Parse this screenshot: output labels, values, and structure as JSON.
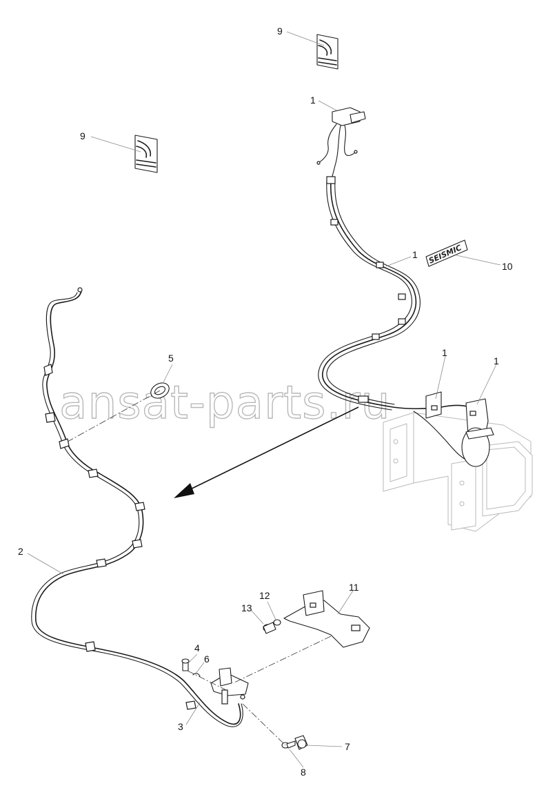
{
  "watermark": "ansat-parts.ru",
  "decal_text": "SEISMIC",
  "callouts": [
    {
      "id": "c-9a",
      "label": "9"
    },
    {
      "id": "c-9b",
      "label": "9"
    },
    {
      "id": "c-1a",
      "label": "1"
    },
    {
      "id": "c-1b",
      "label": "1"
    },
    {
      "id": "c-10",
      "label": "10"
    },
    {
      "id": "c-1c",
      "label": "1"
    },
    {
      "id": "c-1d",
      "label": "1"
    },
    {
      "id": "c-5",
      "label": "5"
    },
    {
      "id": "c-2",
      "label": "2"
    },
    {
      "id": "c-11",
      "label": "11"
    },
    {
      "id": "c-12",
      "label": "12"
    },
    {
      "id": "c-13",
      "label": "13"
    },
    {
      "id": "c-4",
      "label": "4"
    },
    {
      "id": "c-6",
      "label": "6"
    },
    {
      "id": "c-3",
      "label": "3"
    },
    {
      "id": "c-7",
      "label": "7"
    },
    {
      "id": "c-8",
      "label": "8"
    }
  ]
}
